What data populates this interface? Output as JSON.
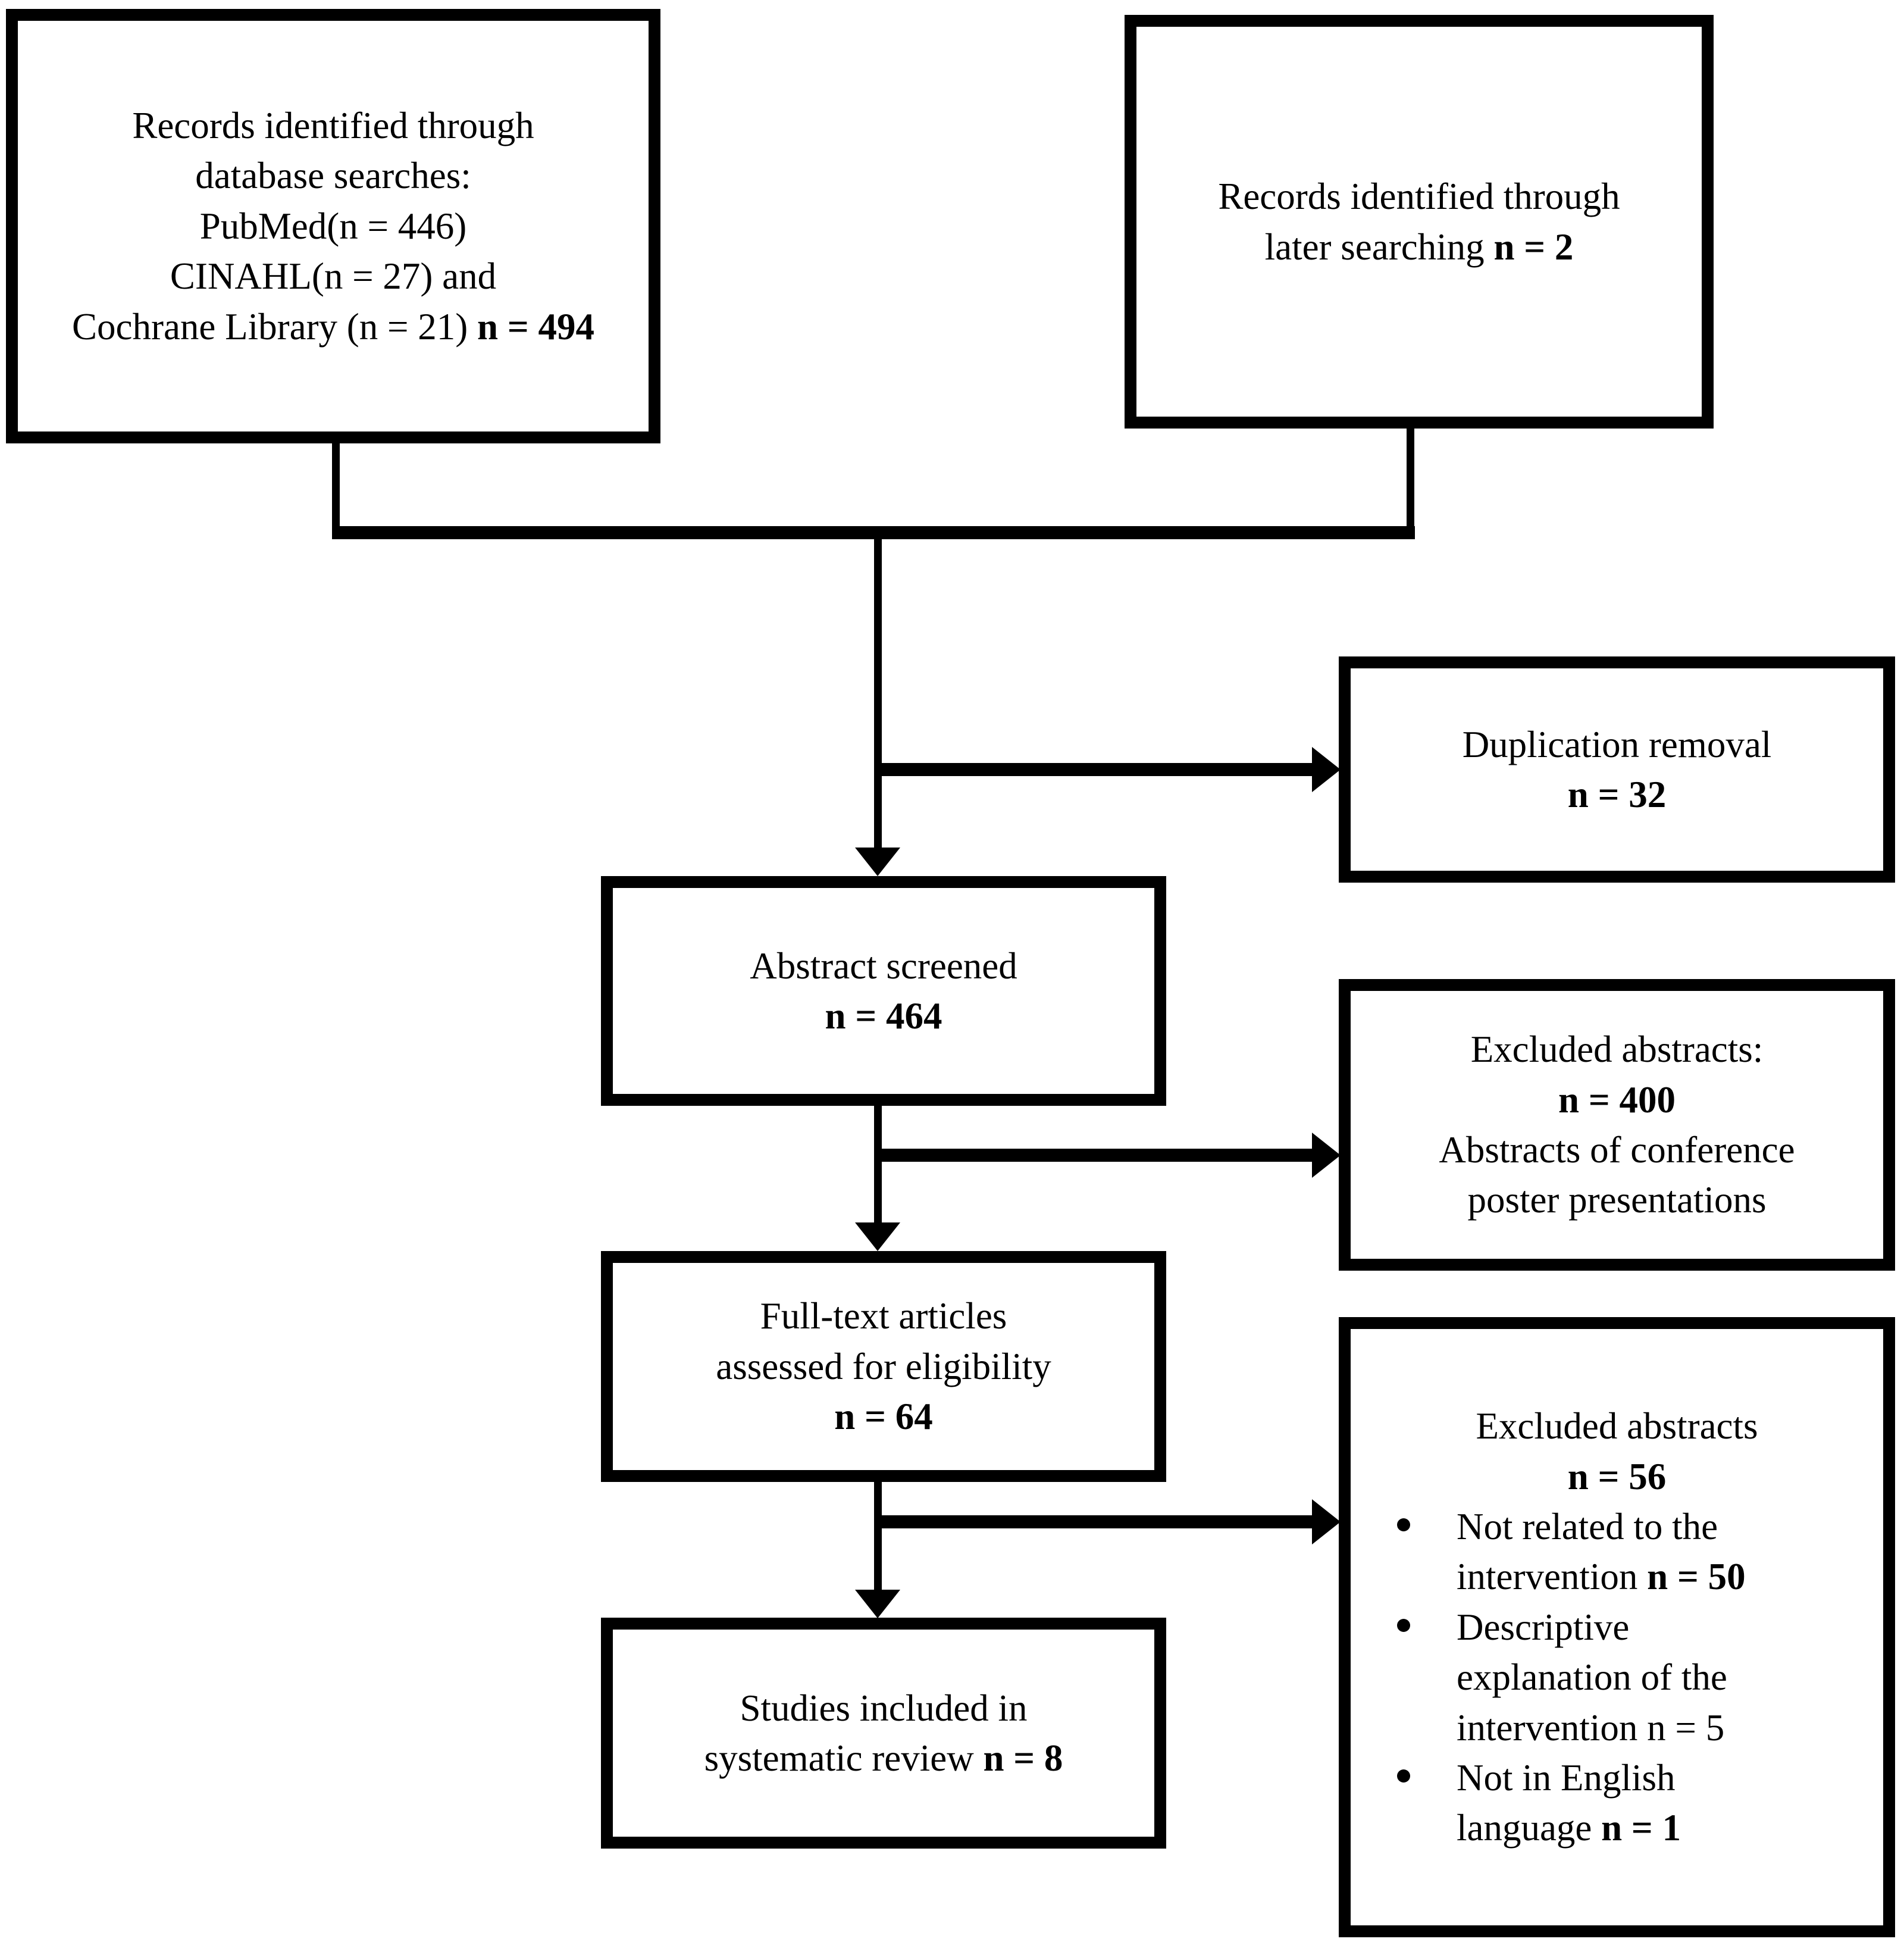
{
  "diagram": {
    "type": "prisma-flow-diagram",
    "boxes": {
      "database_search": {
        "lines": [
          "Records identified through",
          "database searches:",
          "PubMed(n = 446)",
          "CINAHL(n = 27) and"
        ],
        "last_line_plain": "Cochrane Library (n = 21) ",
        "last_line_bold": "n = 494"
      },
      "later_search": {
        "line1": "Records identified through",
        "line2_plain": "later searching ",
        "line2_bold": "n = 2"
      },
      "duplication_removal": {
        "title": "Duplication removal",
        "count": "n = 32"
      },
      "abstract_screened": {
        "title": "Abstract screened",
        "count": "n = 464"
      },
      "excluded_abstracts_400": {
        "title": "Excluded abstracts:",
        "count": "n = 400",
        "reason_line1": "Abstracts of conference",
        "reason_line2": "poster presentations"
      },
      "full_text_assessed": {
        "line1": "Full-text articles",
        "line2": "assessed for eligibility",
        "count": "n = 64"
      },
      "excluded_abstracts_56": {
        "title": "Excluded abstracts",
        "count": "n = 56",
        "bullets": [
          {
            "line1": "Not related to the",
            "line2_plain": "intervention ",
            "line2_bold": "n = 50"
          },
          {
            "line1": "Descriptive",
            "line2": "explanation of the",
            "line3_plain": "intervention n = 5",
            "line3_bold": ""
          },
          {
            "line1": "Not in English",
            "line2_plain": "language ",
            "line2_bold": "n = 1"
          }
        ]
      },
      "studies_included": {
        "line1": "Studies included in",
        "line2_plain": "systematic review ",
        "line2_bold": "n = 8"
      }
    },
    "colors": {
      "stroke": "#000000",
      "fill": "#ffffff",
      "text": "#000000"
    }
  }
}
